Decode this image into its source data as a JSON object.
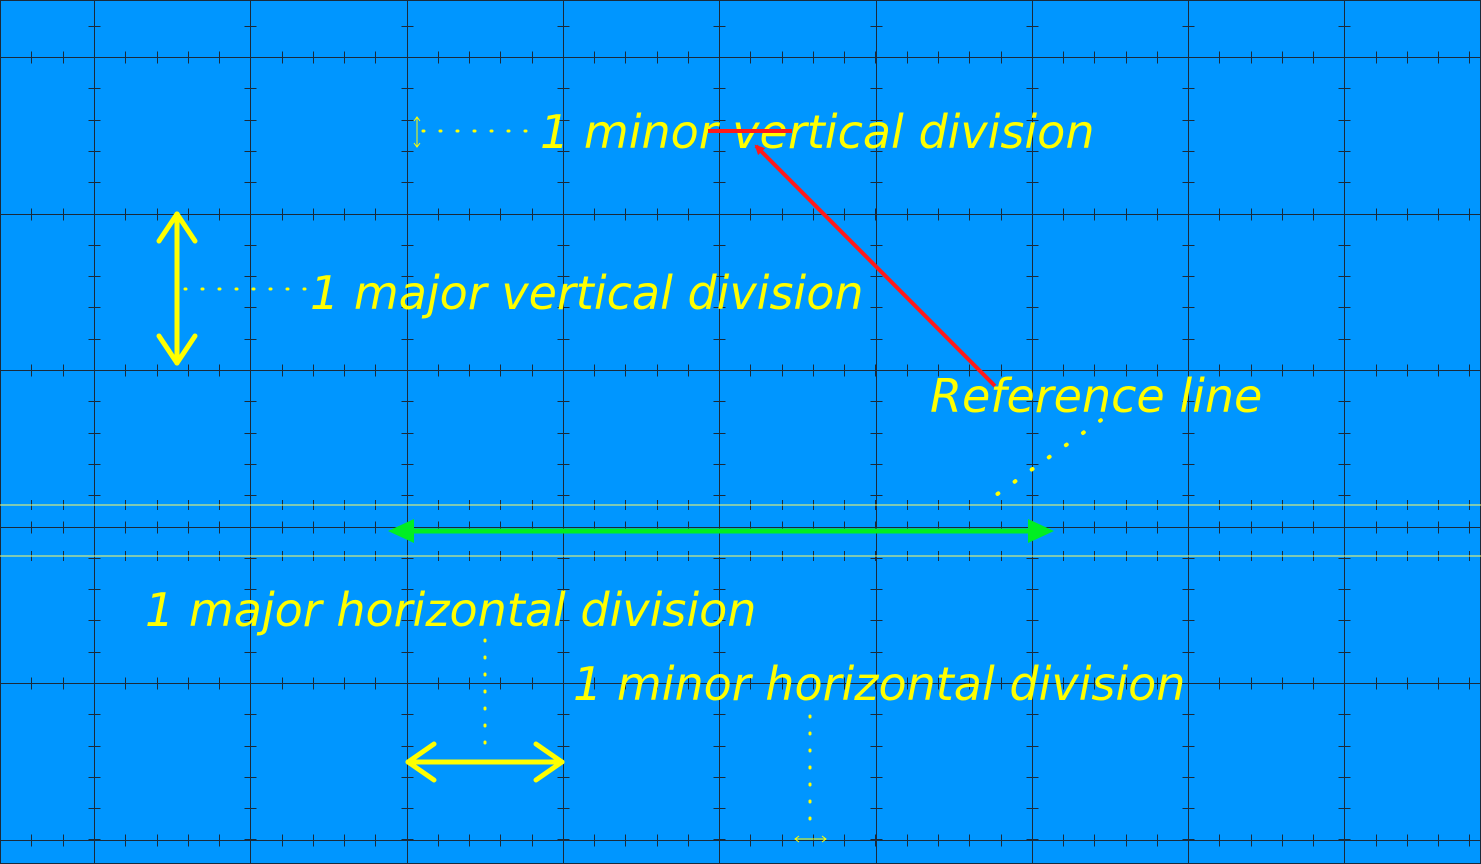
{
  "colors": {
    "background": "#0096ff",
    "grid": "#1a2a3a",
    "labels": "#ffff00",
    "reference_line": "#ffff66",
    "pointer_arrow": "#ff1a1a",
    "span_arrow": "#00ee22"
  },
  "labels": {
    "minor_vertical": "1 minor vertical division",
    "major_vertical": "1 major vertical division",
    "reference": "Reference line",
    "major_horizontal": "1 major horizontal division",
    "minor_horizontal": "1 minor horizontal division"
  }
}
